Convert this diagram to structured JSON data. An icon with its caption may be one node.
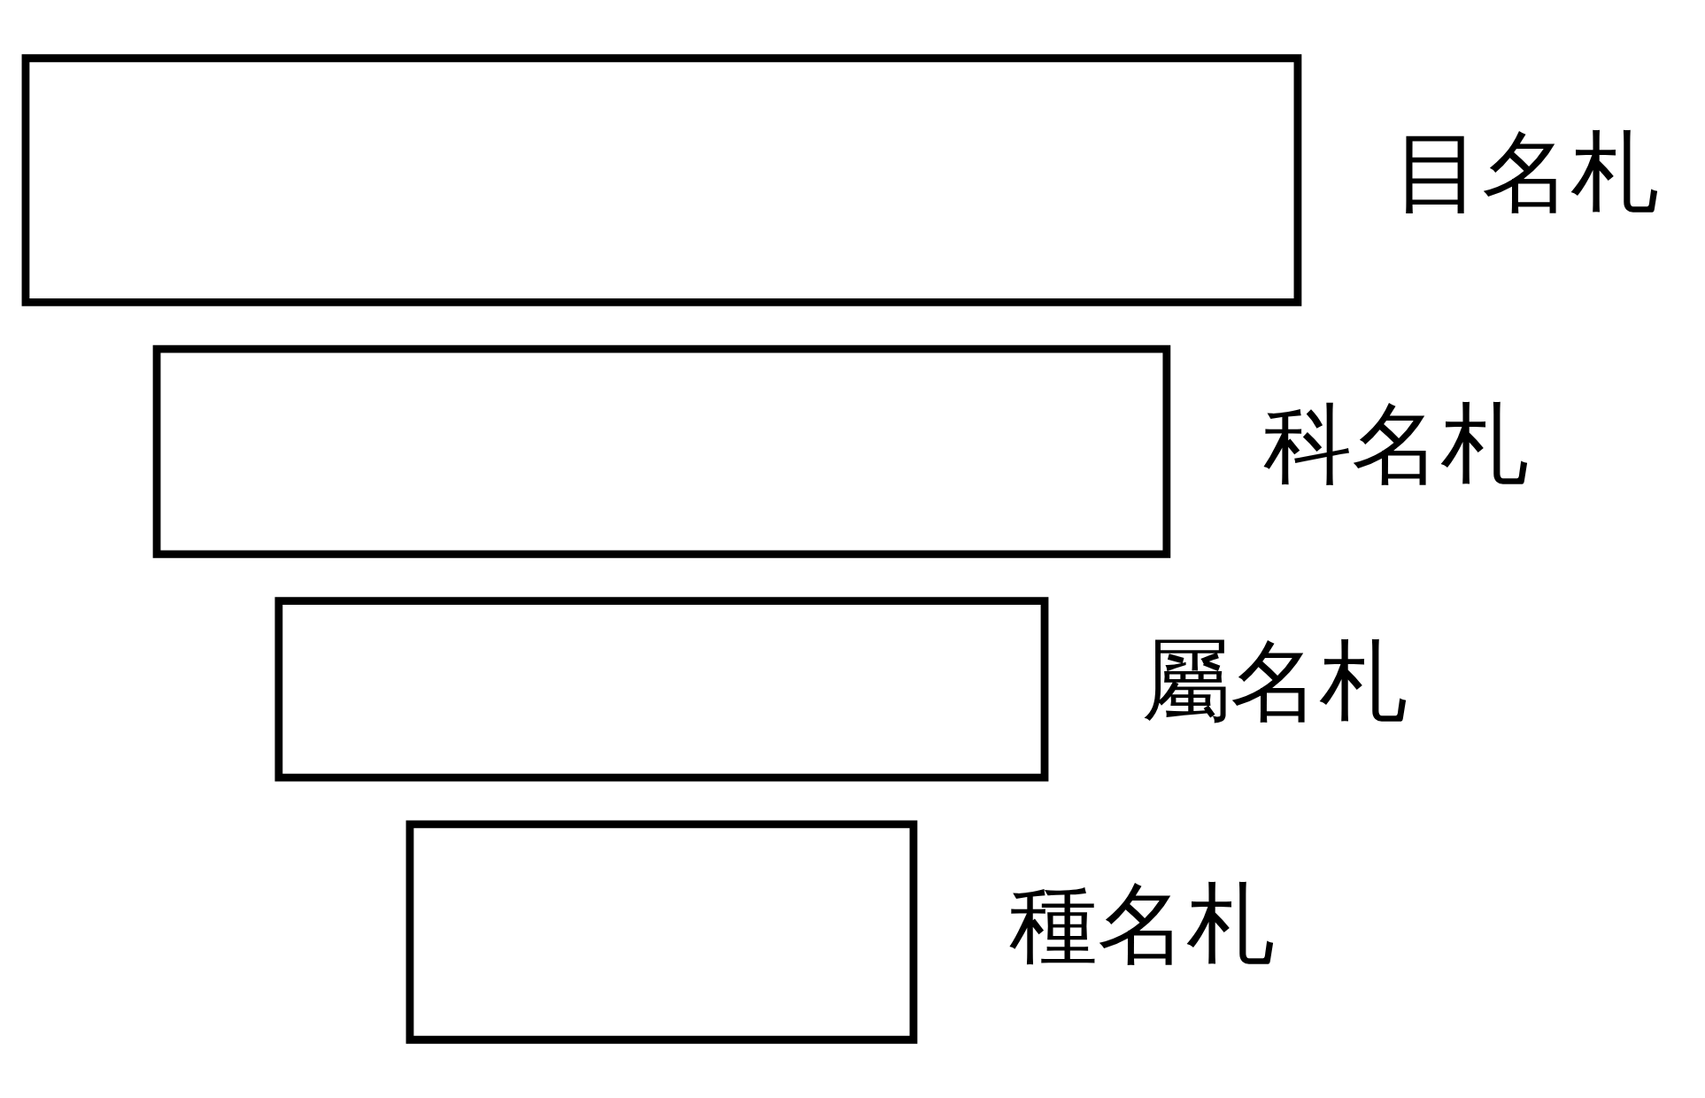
{
  "diagram": {
    "nodes": [
      {
        "text": [],
        "shape": "box",
        "beside": [
          "目名札"
        ]
      },
      {
        "text": [],
        "shape": "box",
        "beside": [
          "科名札"
        ]
      },
      {
        "text": [],
        "shape": "box",
        "beside": [
          "屬名札"
        ]
      },
      {
        "text": [],
        "shape": "box",
        "beside": [
          "種名札"
        ]
      }
    ],
    "edges": []
  }
}
